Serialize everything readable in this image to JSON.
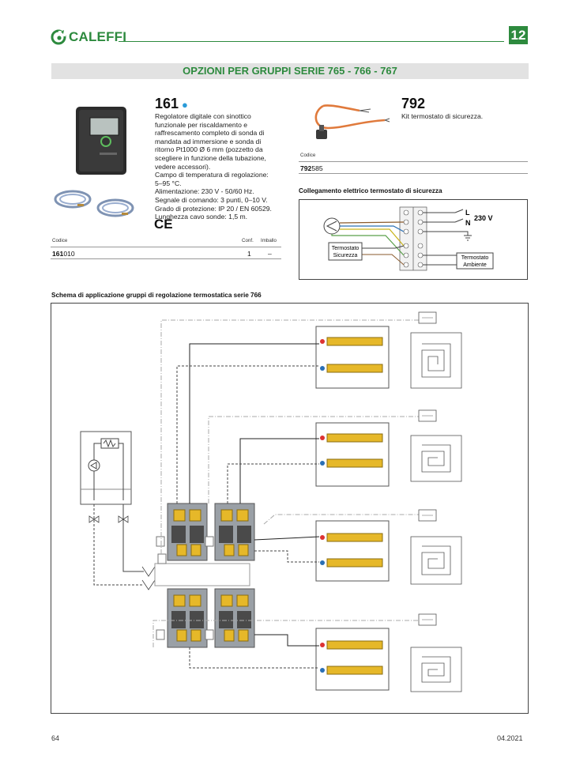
{
  "header": {
    "brand": "CALEFFI",
    "page_badge": "12",
    "section_title": "OPZIONI PER GRUPPI SERIE 765 - 766 - 767"
  },
  "product_161": {
    "code": "161",
    "description": [
      "Regolatore digitale con sinottico",
      "funzionale per riscaldamento e",
      "raffrescamento completo di sonda di",
      "mandata ad immersione e sonda di",
      "ritorno Pt1000 Ø 6 mm (pozzetto da",
      "scegliere in funzione della tubazione,",
      "vedere accessori).",
      "Campo di temperatura di regolazione:",
      "5–95 °C.",
      "Alimentazione: 230 V - 50/60 Hz.",
      "Segnale di comando: 3 punti, 0–10 V.",
      "Grado di protezione: IP 20 / EN 60529.",
      "Lunghezza cavo sonde: 1,5 m."
    ],
    "mark": "CE",
    "table": {
      "headers": [
        "Codice",
        "Conf.",
        "Imballo"
      ],
      "row": {
        "code_bold": "161",
        "code_rest": "010",
        "conf": "1",
        "imballo": "–"
      }
    }
  },
  "product_792": {
    "code": "792",
    "description": "Kit termostato di sicurezza.",
    "table": {
      "header": "Codice",
      "row": {
        "code_bold": "792",
        "code_rest": "585"
      }
    }
  },
  "wiring": {
    "title": "Collegamento elettrico termostato di sicurezza",
    "label_L": "L",
    "label_N": "N",
    "voltage": "230 V",
    "safety_thermostat": [
      "Termostato",
      "Sicurezza"
    ],
    "room_thermostat": [
      "Termostato",
      "Ambiente"
    ]
  },
  "scheme": {
    "title": "Schema di applicazione gruppi di regolazione termostatica serie 766"
  },
  "footer": {
    "page_number": "64",
    "date": "04.2021"
  },
  "colors": {
    "brand_green": "#2d8a3e",
    "accent_blue": "#2a9bd8",
    "section_bar_gray": "#e2e2e2"
  }
}
